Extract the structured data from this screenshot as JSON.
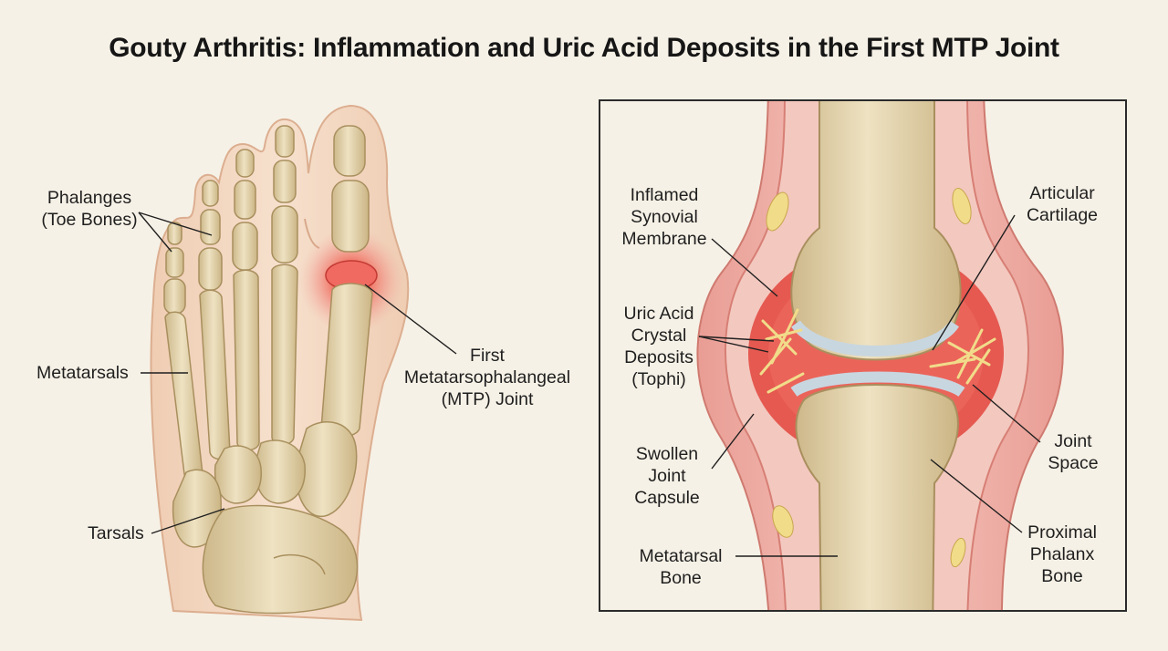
{
  "title": "Gouty Arthritis: Inflammation and Uric Acid Deposits in the First MTP Joint",
  "foot_labels": {
    "phalanges": "Phalanges\n(Toe Bones)",
    "metatarsals": "Metatarsals",
    "tarsals": "Tarsals",
    "mtp_joint": "First\nMetatarsophalangeal\n(MTP) Joint"
  },
  "inset_labels": {
    "synovial": "Inflamed\nSynovial\nMembrane",
    "crystals": "Uric Acid\nCrystal\nDeposits\n(Tophi)",
    "capsule": "Swollen\nJoint\nCapsule",
    "metatarsal_bone": "Metatarsal\nBone",
    "cartilage": "Articular\nCartilage",
    "joint_space": "Joint\nSpace",
    "proximal_phalanx": "Proximal\nPhalanx\nBone"
  },
  "colors": {
    "background": "#f6f1e6",
    "skin": "#f3d9c4",
    "bone": "#e6d6b0",
    "inflammation": "#e2453c",
    "cartilage": "#c8d6e0",
    "crystal": "#f1dc8a"
  }
}
